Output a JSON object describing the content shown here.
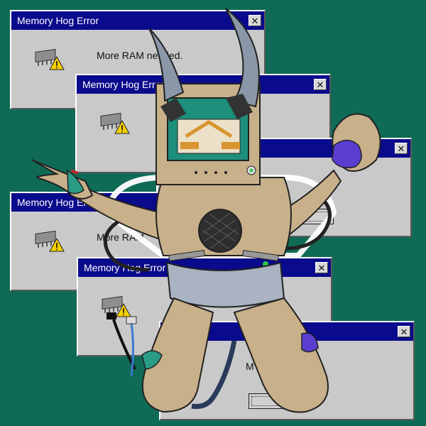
{
  "dialogs": [
    {
      "title": "Memory Hog Error",
      "message": "More RAM needed."
    },
    {
      "title": "Memory Hog Error",
      "message": ""
    },
    {
      "title": "",
      "message": ""
    },
    {
      "title": "Memory Hog Error",
      "message": "More RAM"
    },
    {
      "title": "Memory Hog Error",
      "message": ""
    },
    {
      "title": "",
      "message": "M"
    }
  ],
  "icons": {
    "close": "close-icon",
    "warning": "warning-icon",
    "chip": "memory-chip-icon"
  },
  "colors": {
    "background": "#0f6b55",
    "titlebar": "#0a0a8c",
    "dialog": "#c9c9c9",
    "robot_body": "#c8b08a",
    "robot_accent": "#2a9c86",
    "robot_purple": "#5a3ed0"
  }
}
